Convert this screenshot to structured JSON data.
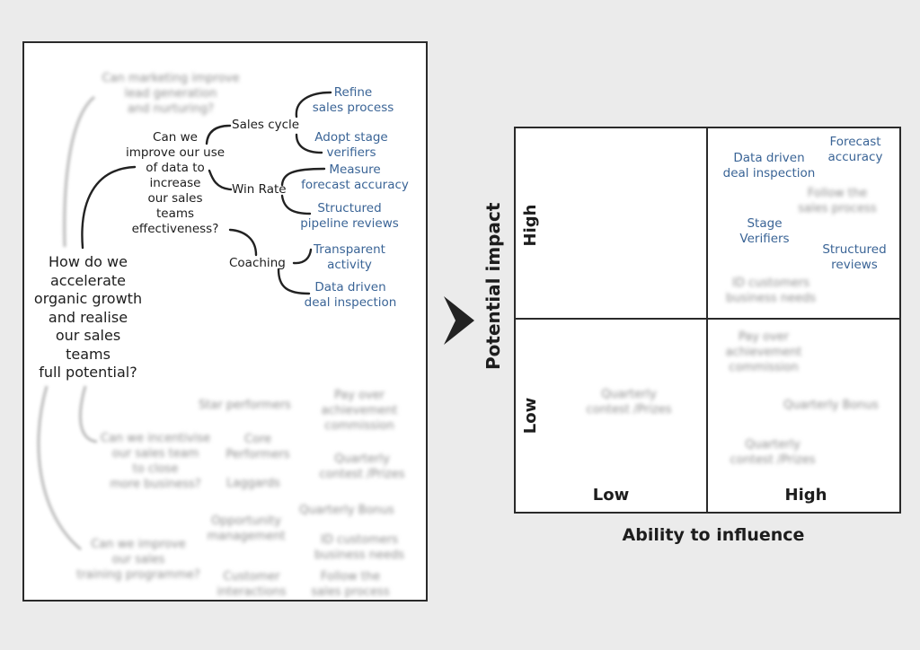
{
  "tree": {
    "root_question": "How do we\naccelerate\norganic growth\nand realise\nour sales\nteams\nfull potential?",
    "marketing_question": "Can marketing improve\nlead generation\nand nurturing?",
    "data_question": "Can we\nimprove our use\nof data to\nincrease\nour sales\nteams\neffectiveness?",
    "sales_cycle": "Sales cycle",
    "win_rate": "Win Rate",
    "coaching": "Coaching",
    "refine": "Refine\nsales process",
    "adopt": "Adopt stage\nverifiers",
    "measure": "Measure\nforecast accuracy",
    "structured": "Structured\npipeline reviews",
    "transparent": "Transparent\nactivity",
    "data_driven": "Data driven\ndeal inspection",
    "incentivise_question": "Can we incentivise\nour sales team\nto close\nmore business?",
    "star_performers": "Star performers",
    "core_performers": "Core\nPerformers",
    "laggards": "Laggards",
    "pay_over": "Pay over\nachievement\ncommission",
    "quarterly_contest": "Quarterly\ncontest /Prizes",
    "quarterly_bonus": "Quarterly Bonus",
    "training_question": "Can we improve\nour sales\ntraining programme?",
    "opportunity_mgmt": "Opportunity\nmanagement",
    "customer_interactions": "Customer\ninteractions",
    "id_customers": "ID customers\nbusiness needs",
    "follow_process": "Follow the\nsales process"
  },
  "matrix": {
    "y_axis_title": "Potential impact",
    "x_axis_title": "Ability to influence",
    "y_high": "High",
    "y_low": "Low",
    "x_low": "Low",
    "x_high": "High",
    "items": {
      "data_driven": "Data driven\ndeal inspection",
      "forecast": "Forecast\naccuracy",
      "follow_process": "Follow the\nsales process",
      "stage_verifiers": "Stage\nVerifiers",
      "structured_reviews": "Structured\nreviews",
      "id_customers": "ID customers\nbusiness needs",
      "pay_over": "Pay over\nachievement\ncommission",
      "quarterly_bonus": "Quarterly Bonus",
      "quarterly_contest_low": "Quarterly\ncontest /Prizes",
      "quarterly_contest_high": "Quarterly\ncontest /Prizes"
    }
  },
  "colors": {
    "accent": "#3a6496",
    "text": "#1d1d1d",
    "blurred": "#8d8d8d",
    "arrow": "#222222"
  }
}
